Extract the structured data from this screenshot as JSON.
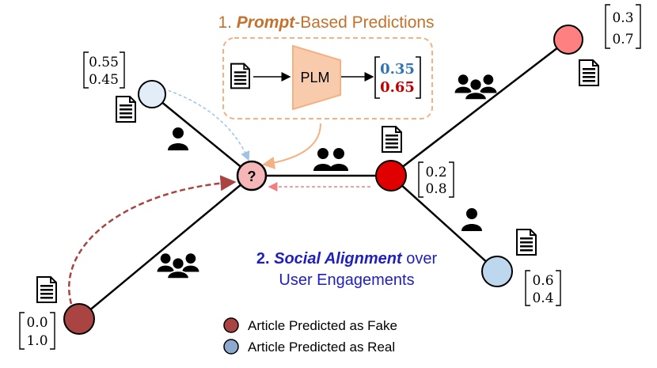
{
  "title": {
    "number": "1. ",
    "emphasis": "Prompt",
    "rest": "-Based Predictions",
    "color": "#c5712c"
  },
  "plm": {
    "label": "PLM",
    "output_top": "0.35",
    "output_bottom": "0.65",
    "top_color": "#2e75b6",
    "bottom_color": "#c00000"
  },
  "social": {
    "number": "2. ",
    "emphasis": "Social Alignment",
    "rest": " over",
    "line2": "User Engagements",
    "color": "#1f1fbf"
  },
  "query_node_label": "?",
  "probabilities": {
    "top_left": [
      "0.55",
      "0.45"
    ],
    "top_right": [
      "0.3",
      "0.7"
    ],
    "center_right": [
      "0.2",
      "0.8"
    ],
    "bottom_right": [
      "0.6",
      "0.4"
    ],
    "bottom_left": [
      "0.0",
      "1.0"
    ]
  },
  "legend": [
    {
      "label": "Article Predicted as Fake",
      "color": "#a94442"
    },
    {
      "label": "Article Predicted as Real",
      "color": "#8ea9cf"
    }
  ],
  "colors": {
    "fake_node": "#a94442",
    "real_node": "#bdd7ee",
    "red_node": "#e00000",
    "pink_node": "#ff8080",
    "light_node": "#e3edf8",
    "query_node": "#f4b6b6",
    "prompt_box_border": "#f4b183",
    "plm_fill": "#f8cbad"
  }
}
